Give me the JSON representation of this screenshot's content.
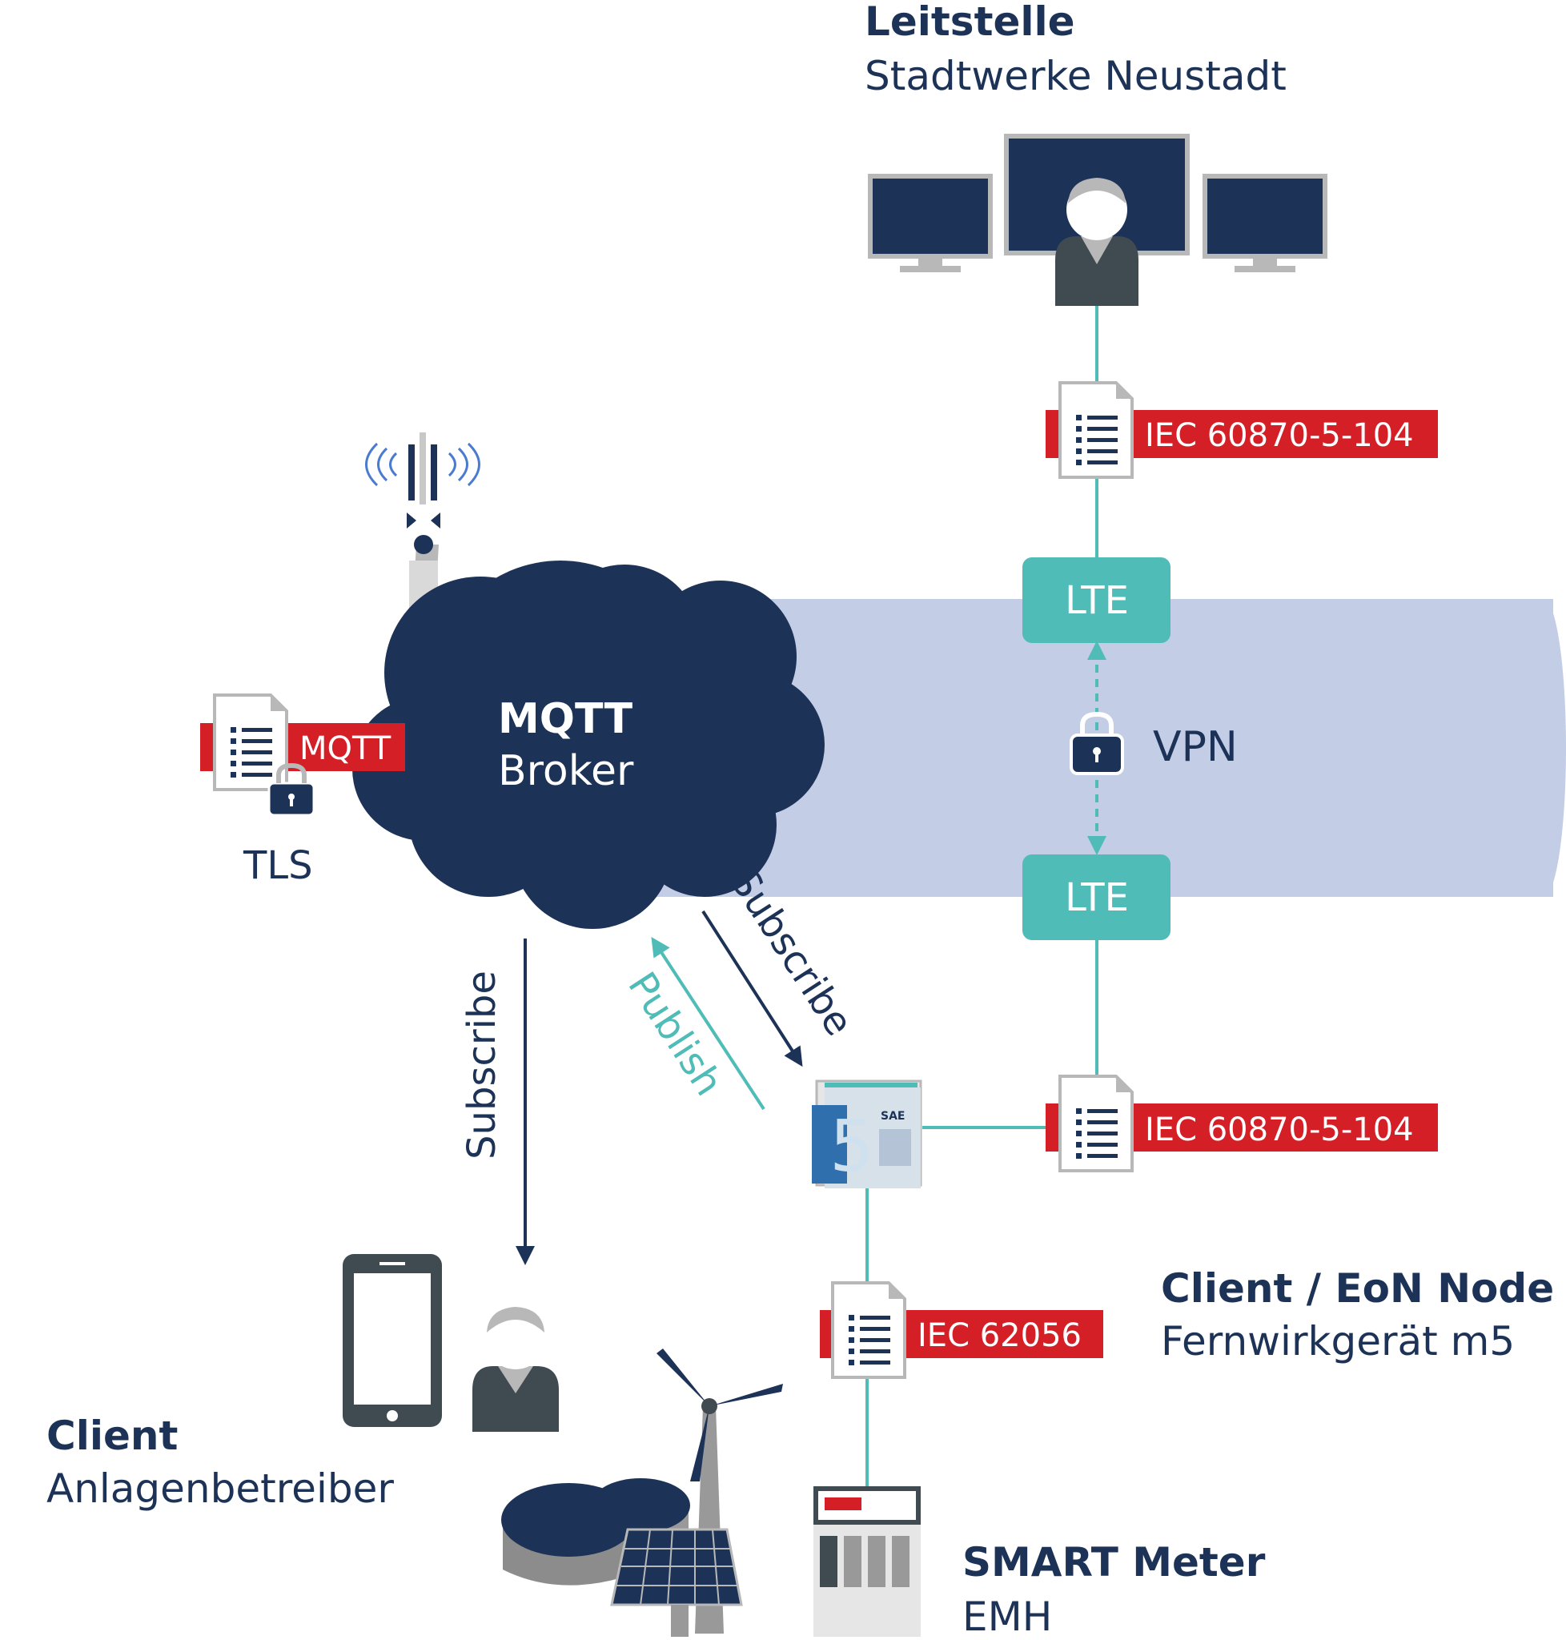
{
  "colors": {
    "navy": "#1d3257",
    "teal": "#4fbcb7",
    "tunnel": "#c3cde6",
    "red": "#d41f26",
    "gray": "#b8b8b8",
    "dark_gray": "#404b51",
    "white": "#ffffff"
  },
  "leitstelle": {
    "title": "Leitstelle",
    "subtitle": "Stadtwerke Neustadt"
  },
  "broker": {
    "line1": "MQTT",
    "line2": "Broker"
  },
  "tls": {
    "tag": "MQTT",
    "label": "TLS"
  },
  "protocols": {
    "top": "IEC 60870-5-104",
    "right": "IEC 60870-5-104",
    "meter": "IEC 62056"
  },
  "lte": {
    "top": "LTE",
    "bottom": "LTE"
  },
  "vpn": {
    "label": "VPN"
  },
  "arrows": {
    "subscribe_left": "Subscribe",
    "publish": "Publish",
    "subscribe_right": "Subscribe"
  },
  "eon_node": {
    "title": "Client / EoN Node",
    "subtitle": "Fernwirkgerät m5"
  },
  "client": {
    "title": "Client",
    "subtitle": "Anlagenbetreiber"
  },
  "smart_meter": {
    "title": "SMART Meter",
    "subtitle": "EMH"
  },
  "device": {
    "digit": "5",
    "brand": "SAE"
  }
}
